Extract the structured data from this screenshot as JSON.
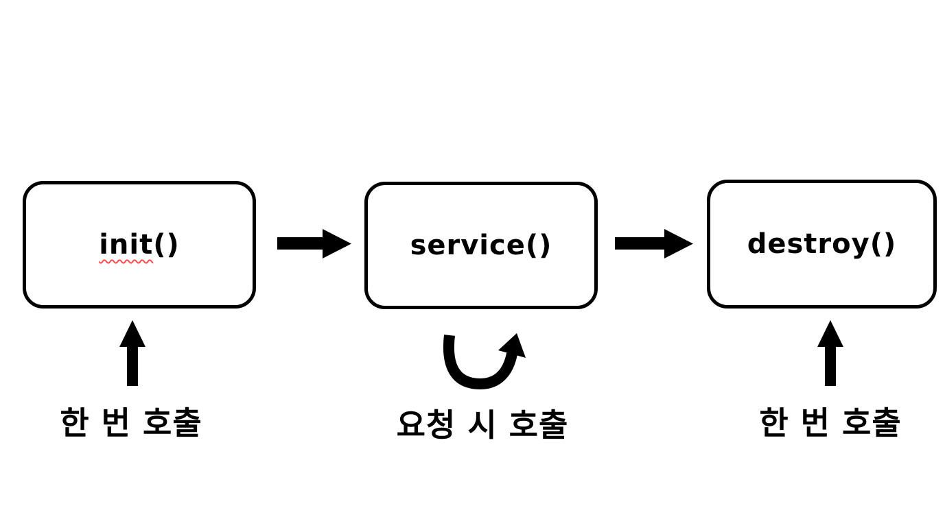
{
  "diagram": {
    "background_color": "#ffffff",
    "ink_color": "#000000",
    "spellcheck_underline_color": "#ff4a4a"
  },
  "boxes": [
    {
      "label_word": "init",
      "label_suffix": "()",
      "caption": "한 번 호출"
    },
    {
      "label_word": "service",
      "label_suffix": "()",
      "caption": "요청 시 호출"
    },
    {
      "label_word": "destroy",
      "label_suffix": "()",
      "caption": "한 번 호출"
    }
  ],
  "arrows": [
    {
      "name": "arrow-right-init-to-service",
      "glyph": "→"
    },
    {
      "name": "arrow-right-service-to-destroy",
      "glyph": "→"
    },
    {
      "name": "arrow-up-into-init",
      "glyph": "↑"
    },
    {
      "name": "arrow-uturn-up-service",
      "glyph": "↷"
    },
    {
      "name": "arrow-up-into-destroy",
      "glyph": "↑"
    }
  ]
}
